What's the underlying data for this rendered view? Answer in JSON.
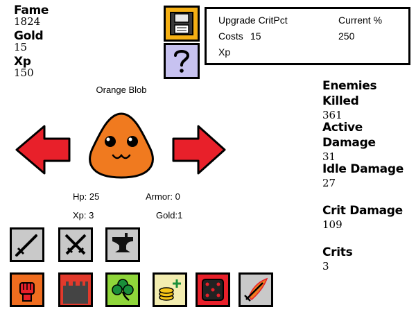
{
  "player": {
    "fame_label": "Fame",
    "fame_value": "1824",
    "gold_label": "Gold",
    "gold_value": "15",
    "xp_label": "Xp",
    "xp_value": "150"
  },
  "upgrade": {
    "title": "Upgrade CritPct",
    "current_label": "Current %",
    "costs_label": "Costs",
    "costs_value": "15",
    "current_value": "250",
    "xp_label": "Xp"
  },
  "enemy": {
    "name": "Orange Blob",
    "hp": "Hp: 25",
    "armor": "Armor: 0",
    "xp": "Xp: 3",
    "gold": "Gold:1"
  },
  "stats": {
    "enemies_killed_label": "Enemies Killed",
    "enemies_killed_value": "361",
    "active_damage_label": "Active Damage",
    "active_damage_value": "31",
    "idle_damage_label": "Idle Damage",
    "idle_damage_value": "27",
    "crit_damage_label": "Crit Damage",
    "crit_damage_value": "109",
    "crits_label": "Crits",
    "crits_value": "3"
  },
  "icons": {
    "save": "floppy-disk-icon",
    "help": "question-mark-icon",
    "prev": "left-arrow-icon",
    "next": "right-arrow-icon",
    "weapons": [
      "sword-icon",
      "crossed-swords-icon",
      "anvil-icon"
    ],
    "upgrades": [
      "fist-icon",
      "castle-icon",
      "clover-icon",
      "gold-plus-icon",
      "dice-icon",
      "flaming-sword-icon"
    ]
  },
  "colors": {
    "arrow_red": "#e8202a",
    "blob_orange": "#f07a1f",
    "save_bg": "#f5b014",
    "help_bg": "#c7c2f0",
    "tile_grey": "#c9c9c9",
    "fist_bg": "#f06d1f",
    "castle_bg": "#e23a2c",
    "clover_bg": "#8fd63a",
    "gold_bg": "#f3edb0",
    "dice_bg": "#e8202a"
  }
}
